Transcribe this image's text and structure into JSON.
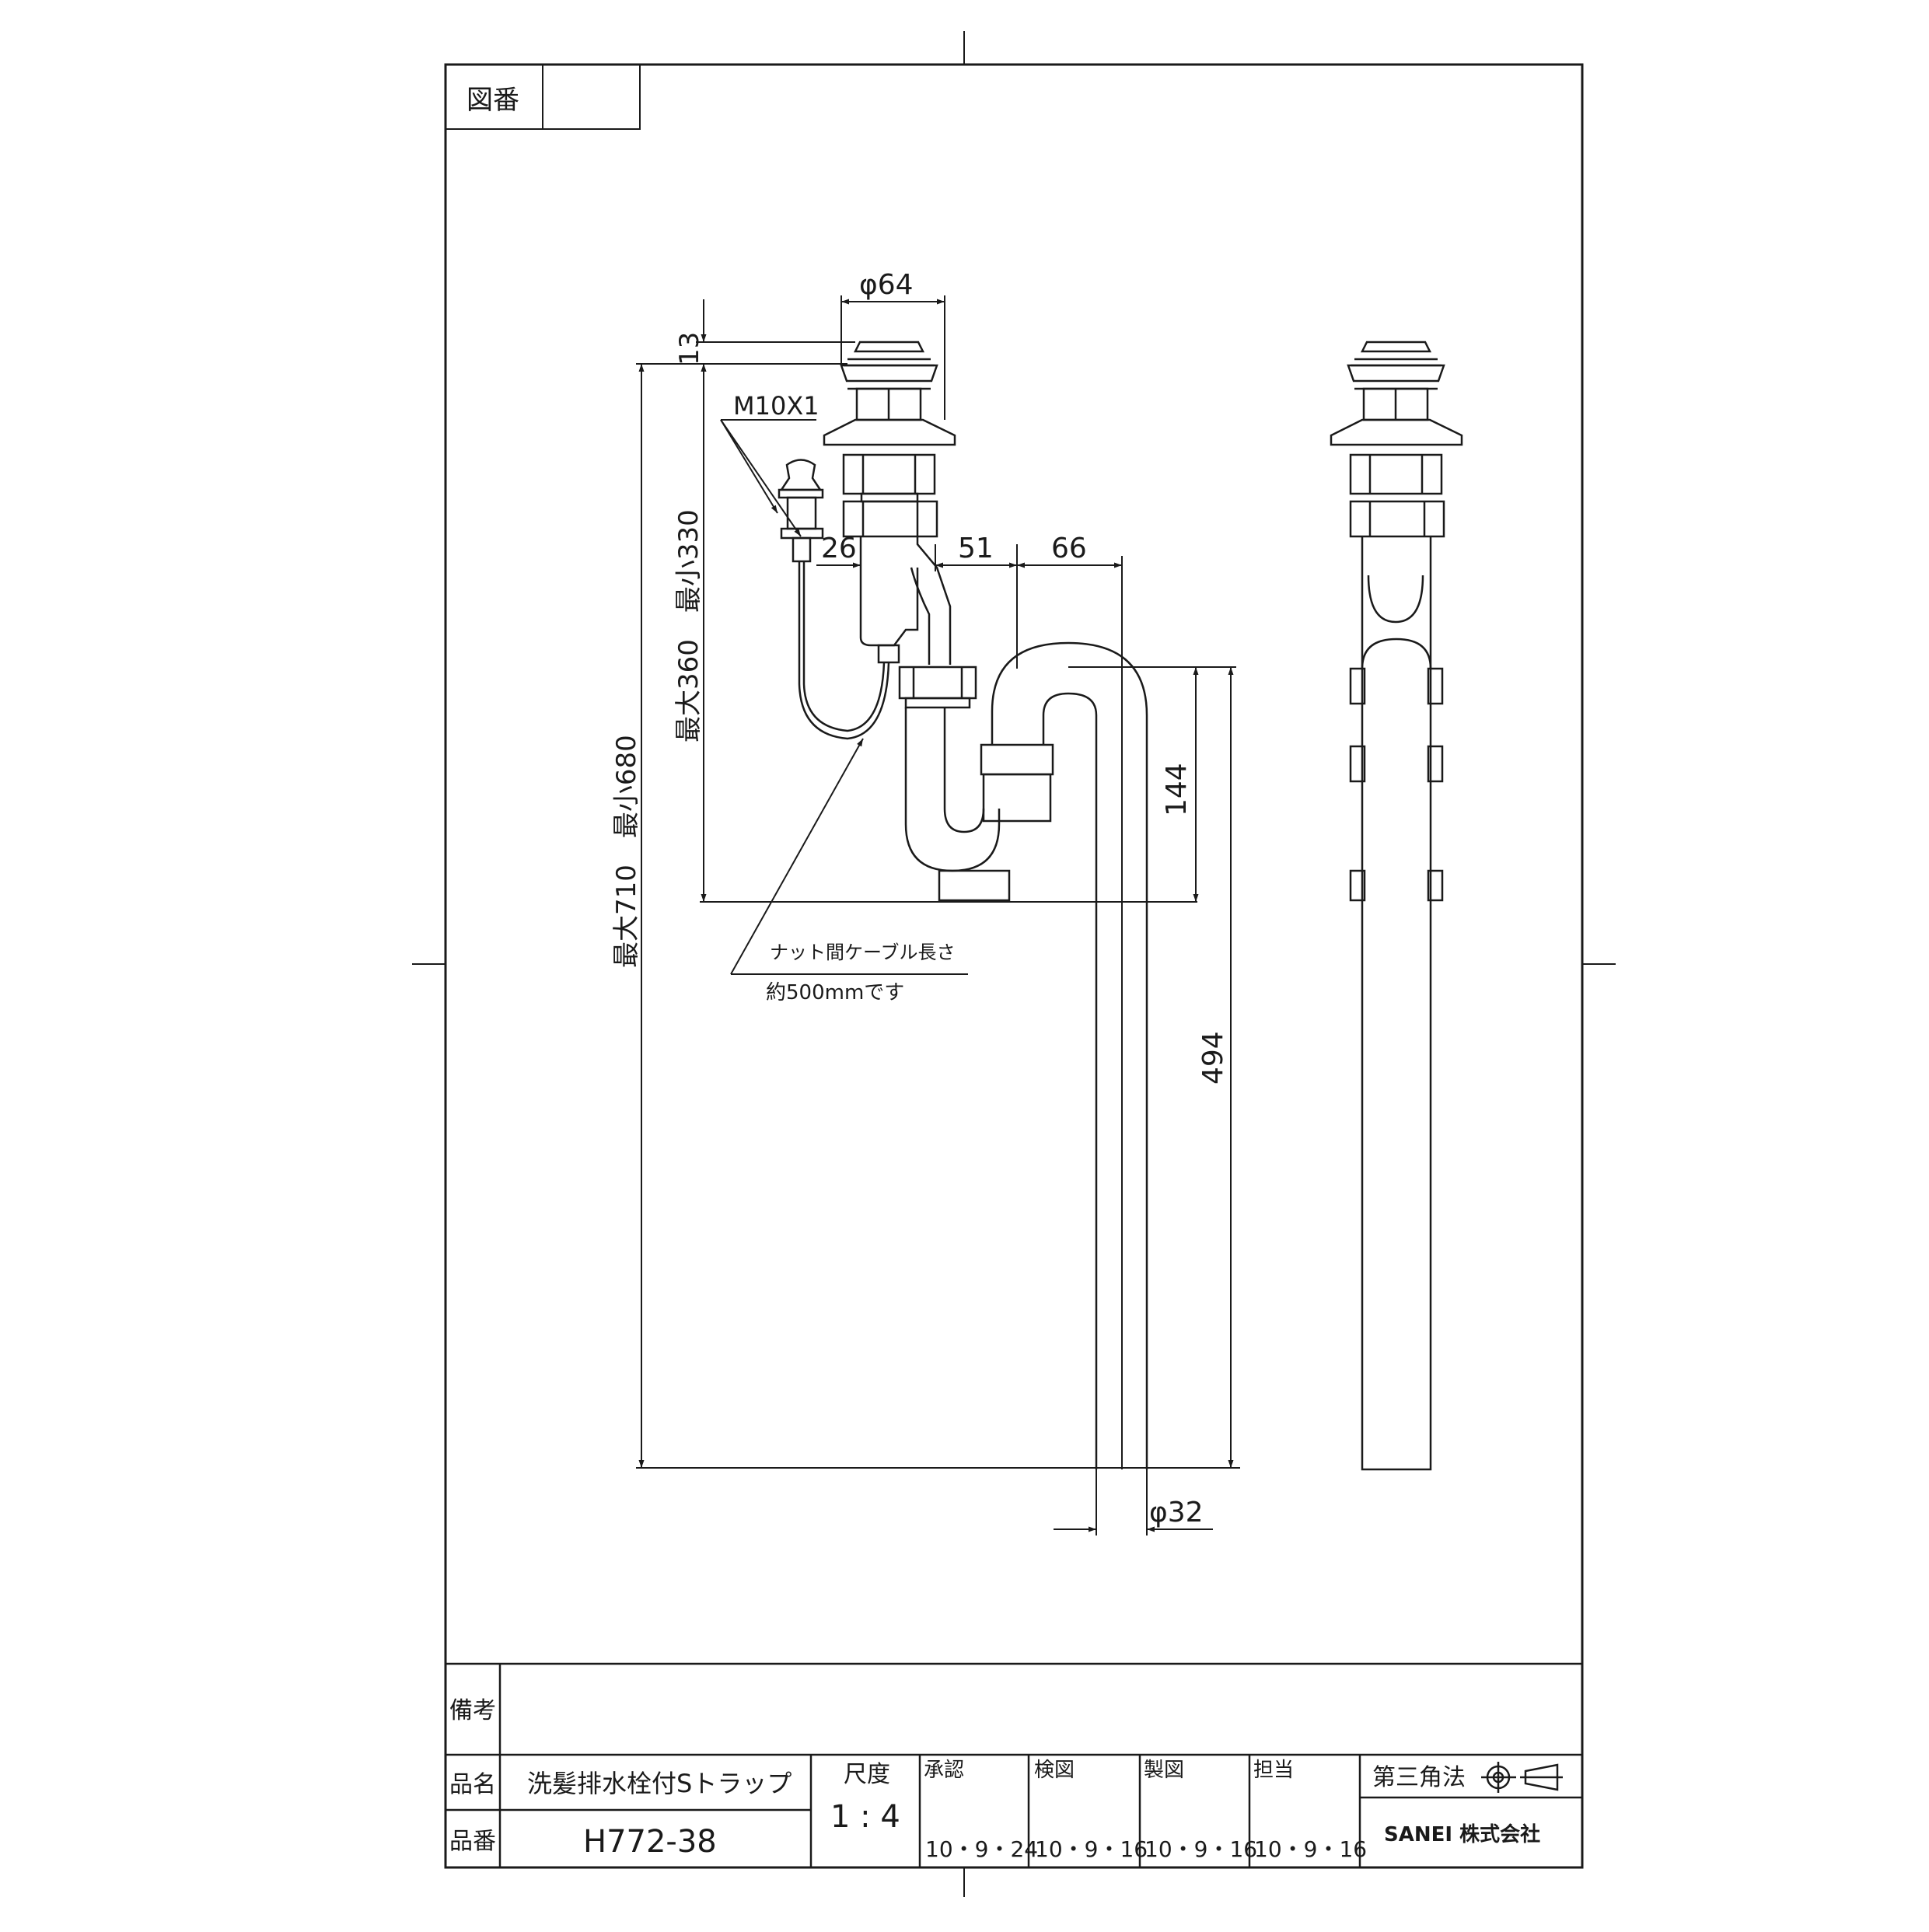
{
  "drawing_number_label": "図番",
  "drawing_number_value": "",
  "dimensions": {
    "phi64": "φ64",
    "d13": "13",
    "m10": "M10X1",
    "d26": "26",
    "d51": "51",
    "d66": "66",
    "d144": "144",
    "d494": "494",
    "phi32": "φ32",
    "h360": "最大360　最小330",
    "h710": "最大710　最小680"
  },
  "notes": {
    "cable_line1": "ナット間ケーブル長さ",
    "cable_line2": "約500mmです"
  },
  "title_block": {
    "remarks_label": "備考",
    "remarks_value": "",
    "name_label": "品名",
    "name_value": "洗髪排水栓付Sトラップ",
    "number_label": "品番",
    "number_value": "H772-38",
    "scale_label": "尺度",
    "scale_value": "1 : 4",
    "approved_label": "承認",
    "approved_date": "10・9・24",
    "checked_label": "検図",
    "checked_date": "10・9・16",
    "drawn_label": "製図",
    "drawn_date": "10・9・16",
    "charge_label": "担当",
    "charge_date": "10・9・16",
    "projection_label": "第三角法",
    "company": "SANEI 株式会社"
  }
}
